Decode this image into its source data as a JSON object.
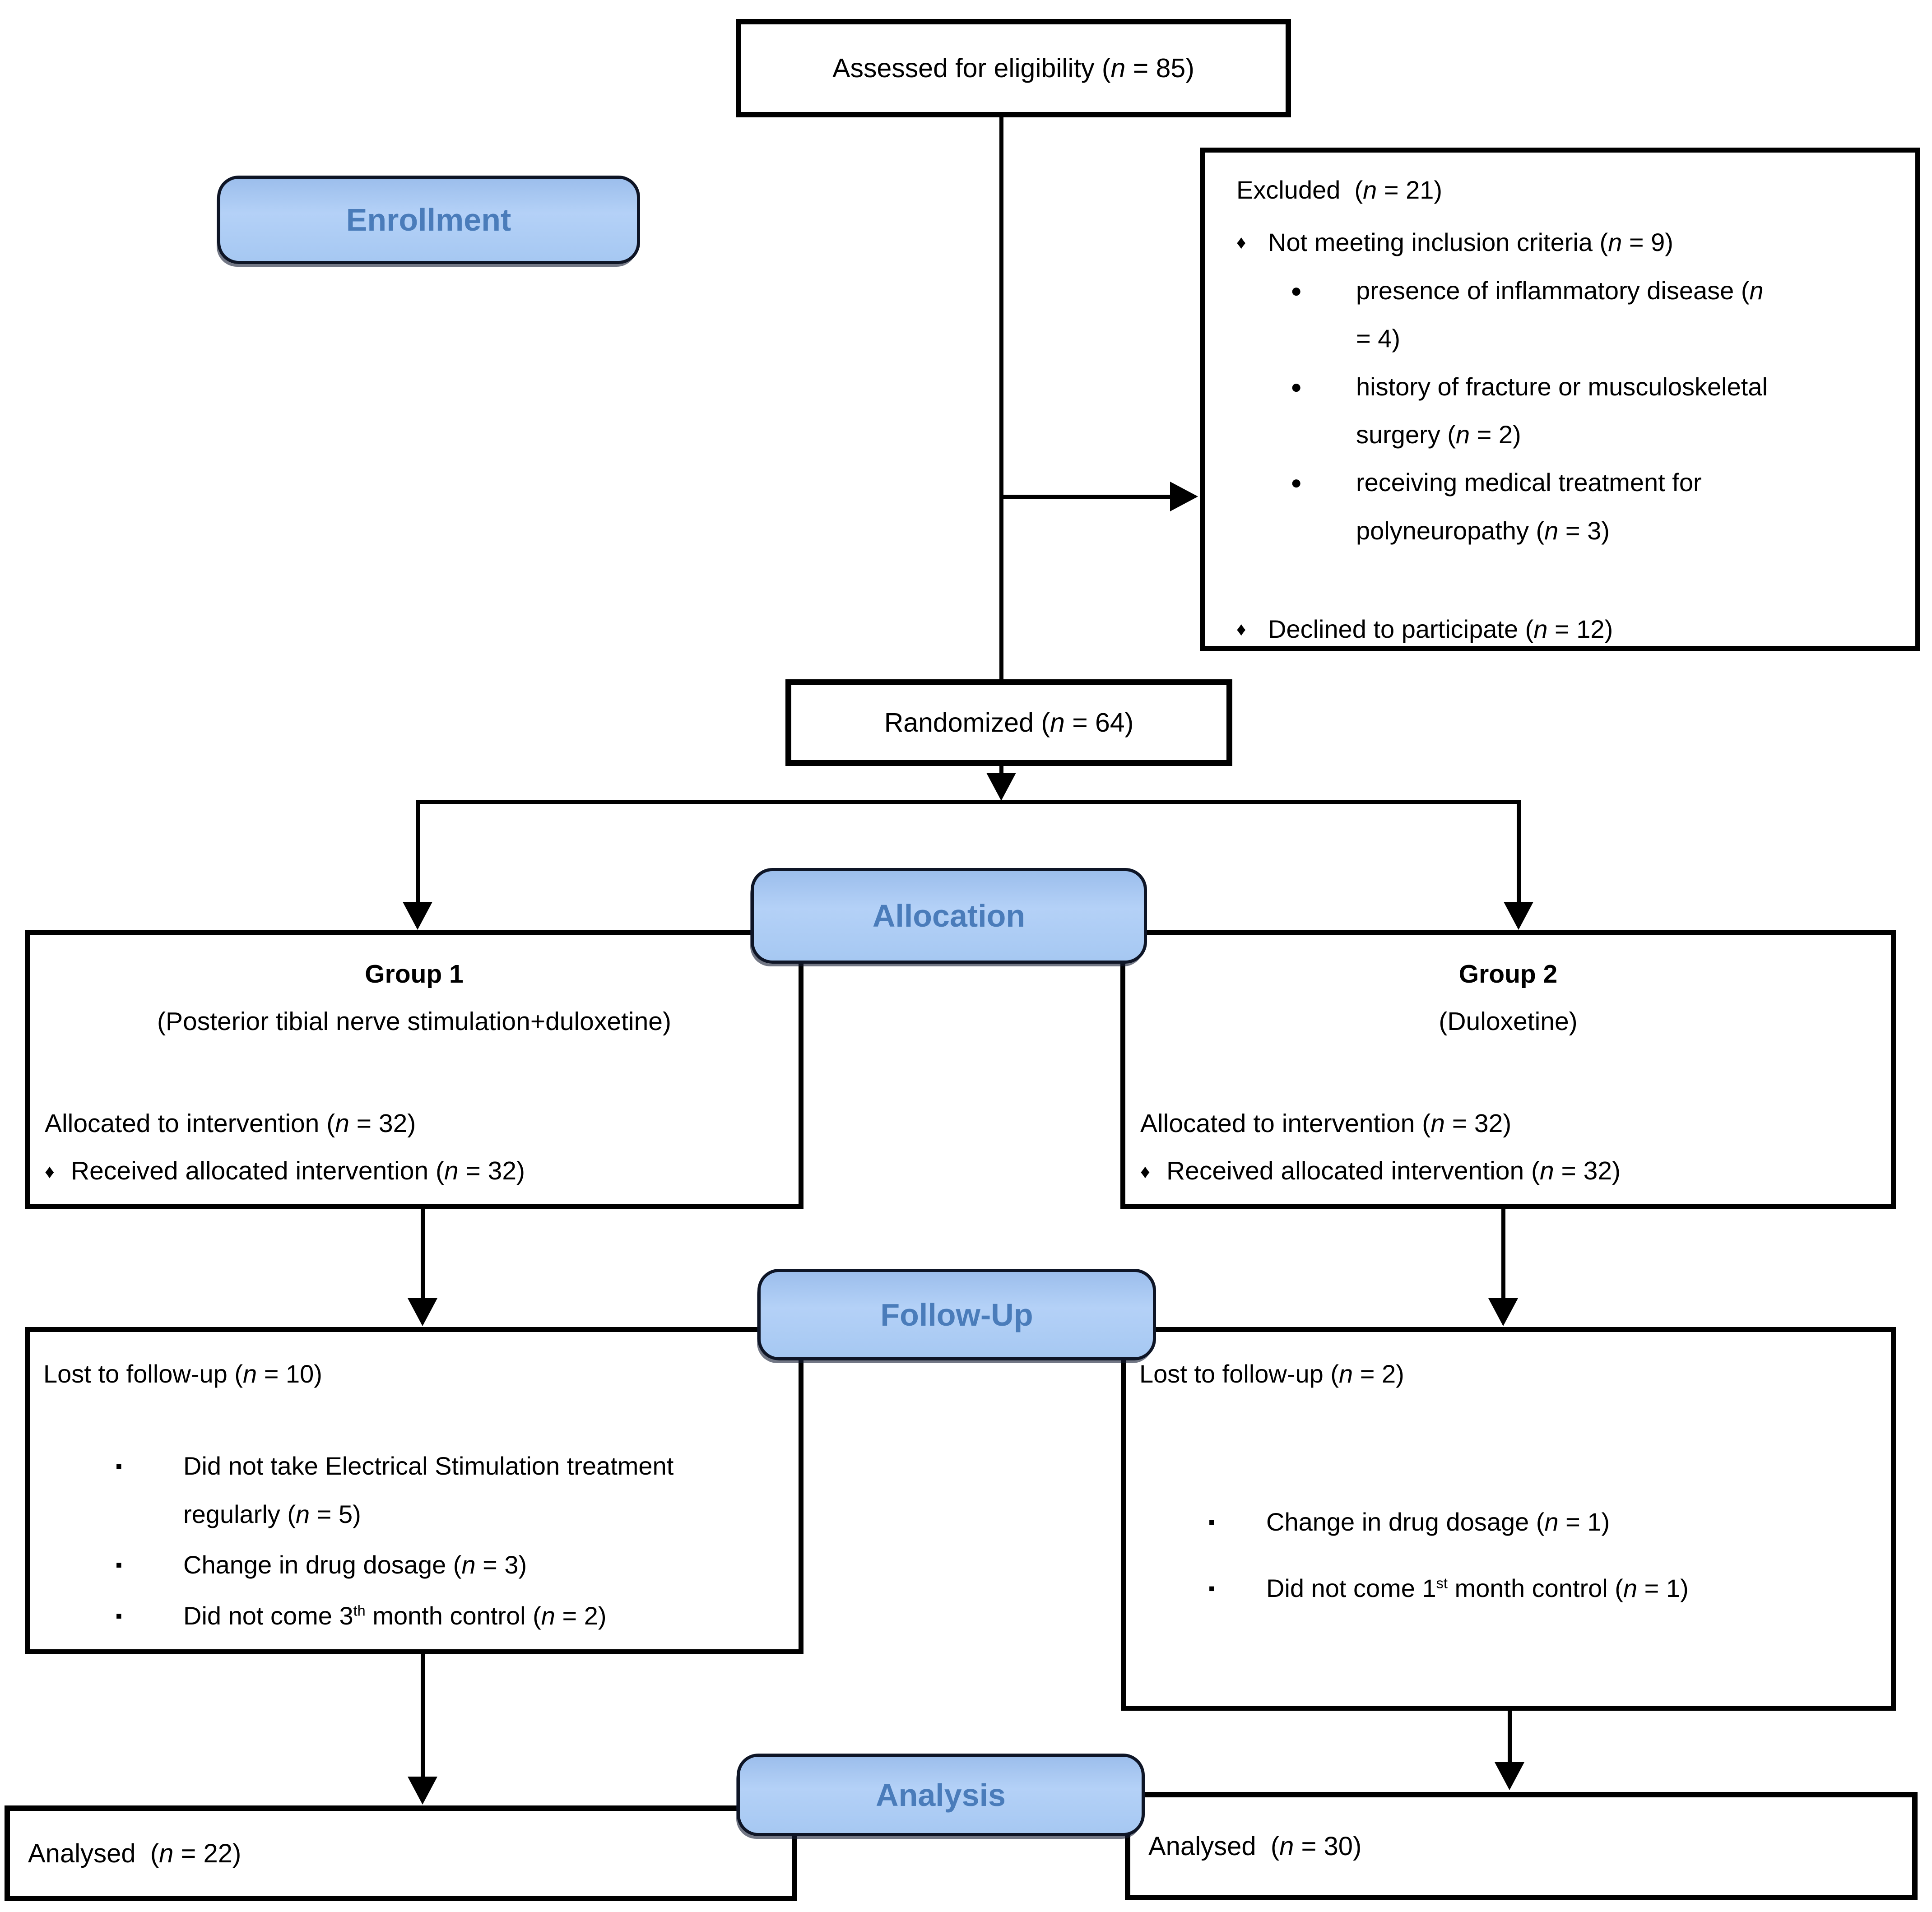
{
  "stages": {
    "enrollment": "Enrollment",
    "allocation": "Allocation",
    "follow_up": "Follow-Up",
    "analysis": "Analysis"
  },
  "colors": {
    "stage_fill": "#a6c8f2",
    "stage_fill_top": "#9cbeec",
    "stage_text": "#4a7cba",
    "stage_border": "#0e1526",
    "box_border": "#000000",
    "connector": "#000000",
    "background": "#ffffff"
  },
  "bullets": {
    "diamond": "♦",
    "dot": "●",
    "square": "▪"
  },
  "boxes": {
    "assessed": {
      "text": "Assessed for eligibility (n = 85)"
    },
    "excluded": {
      "title": "Excluded  (n = 21)",
      "items": [
        {
          "bullet": "♦",
          "text": "Not meeting inclusion criteria (n = 9)"
        },
        {
          "bullet": "●",
          "text": "presence of inflammatory disease (n = 4)"
        },
        {
          "bullet": "●",
          "text": "history of fracture or musculoskeletal surgery (n = 2)"
        },
        {
          "bullet": "●",
          "text": "receiving medical treatment for polyneuropathy (n = 3)"
        },
        {
          "bullet": "♦",
          "text": "Declined to participate (n = 12)"
        }
      ]
    },
    "randomized": {
      "text": "Randomized (n = 64)"
    },
    "group1": {
      "title": "Group 1",
      "subtitle": "(Posterior tibial nerve stimulation+duloxetine)",
      "allocated": "Allocated to intervention (n = 32)",
      "received_bullet": "♦",
      "received": "Received allocated intervention (n = 32)"
    },
    "group2": {
      "title": "Group 2",
      "subtitle": "(Duloxetine)",
      "allocated": "Allocated to intervention (n = 32)",
      "received_bullet": "♦",
      "received": "Received allocated intervention (n = 32)"
    },
    "followup1": {
      "title": "Lost to follow-up (n = 10)",
      "items": [
        {
          "bullet": "▪",
          "text": "Did not take Electrical Stimulation treatment regularly (n = 5)"
        },
        {
          "bullet": "▪",
          "text": "Change in drug dosage (n = 3)"
        },
        {
          "bullet": "▪",
          "text": "Did not come 3th month control (n = 2)"
        }
      ]
    },
    "followup2": {
      "title": "Lost to follow-up (n = 2)",
      "items": [
        {
          "bullet": "▪",
          "text": "Change in drug dosage (n = 1)"
        },
        {
          "bullet": "▪",
          "text": "Did not come 1st month control (n = 1)"
        }
      ]
    },
    "analysed1": {
      "text": "Analysed  (n = 22)"
    },
    "analysed2": {
      "text": "Analysed  (n = 30)"
    }
  }
}
